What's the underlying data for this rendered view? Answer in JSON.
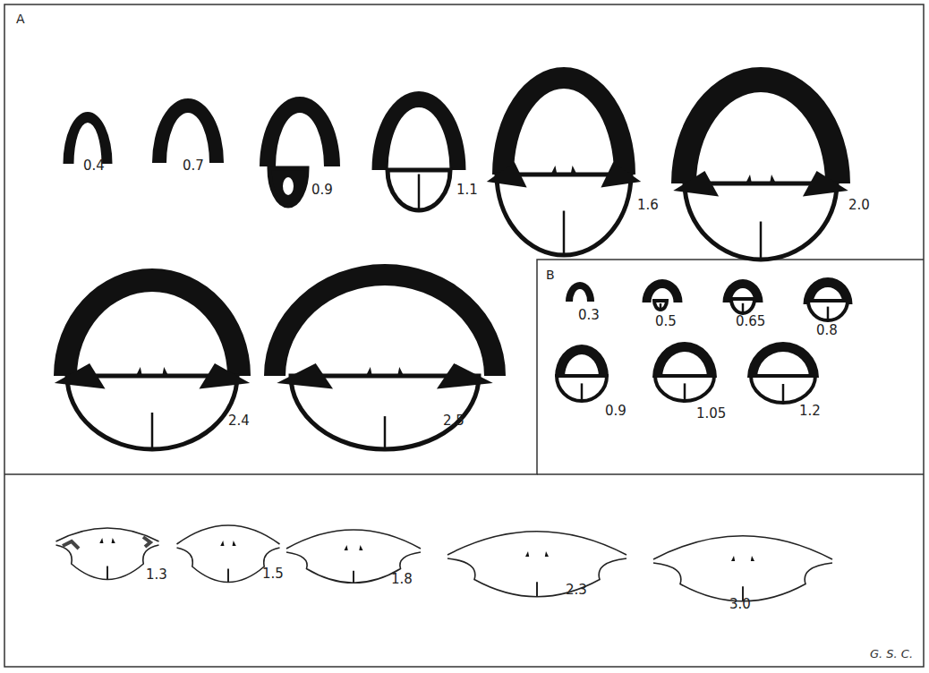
{
  "diagram": {
    "labels": [
      "A",
      "0.4",
      "0.7",
      "0.9",
      "1.1",
      "1.6",
      "2.0",
      "2.4",
      "2.5",
      "B",
      "0.3",
      "0.5",
      "0.65",
      "0.8",
      "0.9",
      "1.05",
      "1.2",
      "1.3",
      "1.5",
      "1.8",
      "2.3",
      "3.0",
      "G. S. C."
    ]
  }
}
